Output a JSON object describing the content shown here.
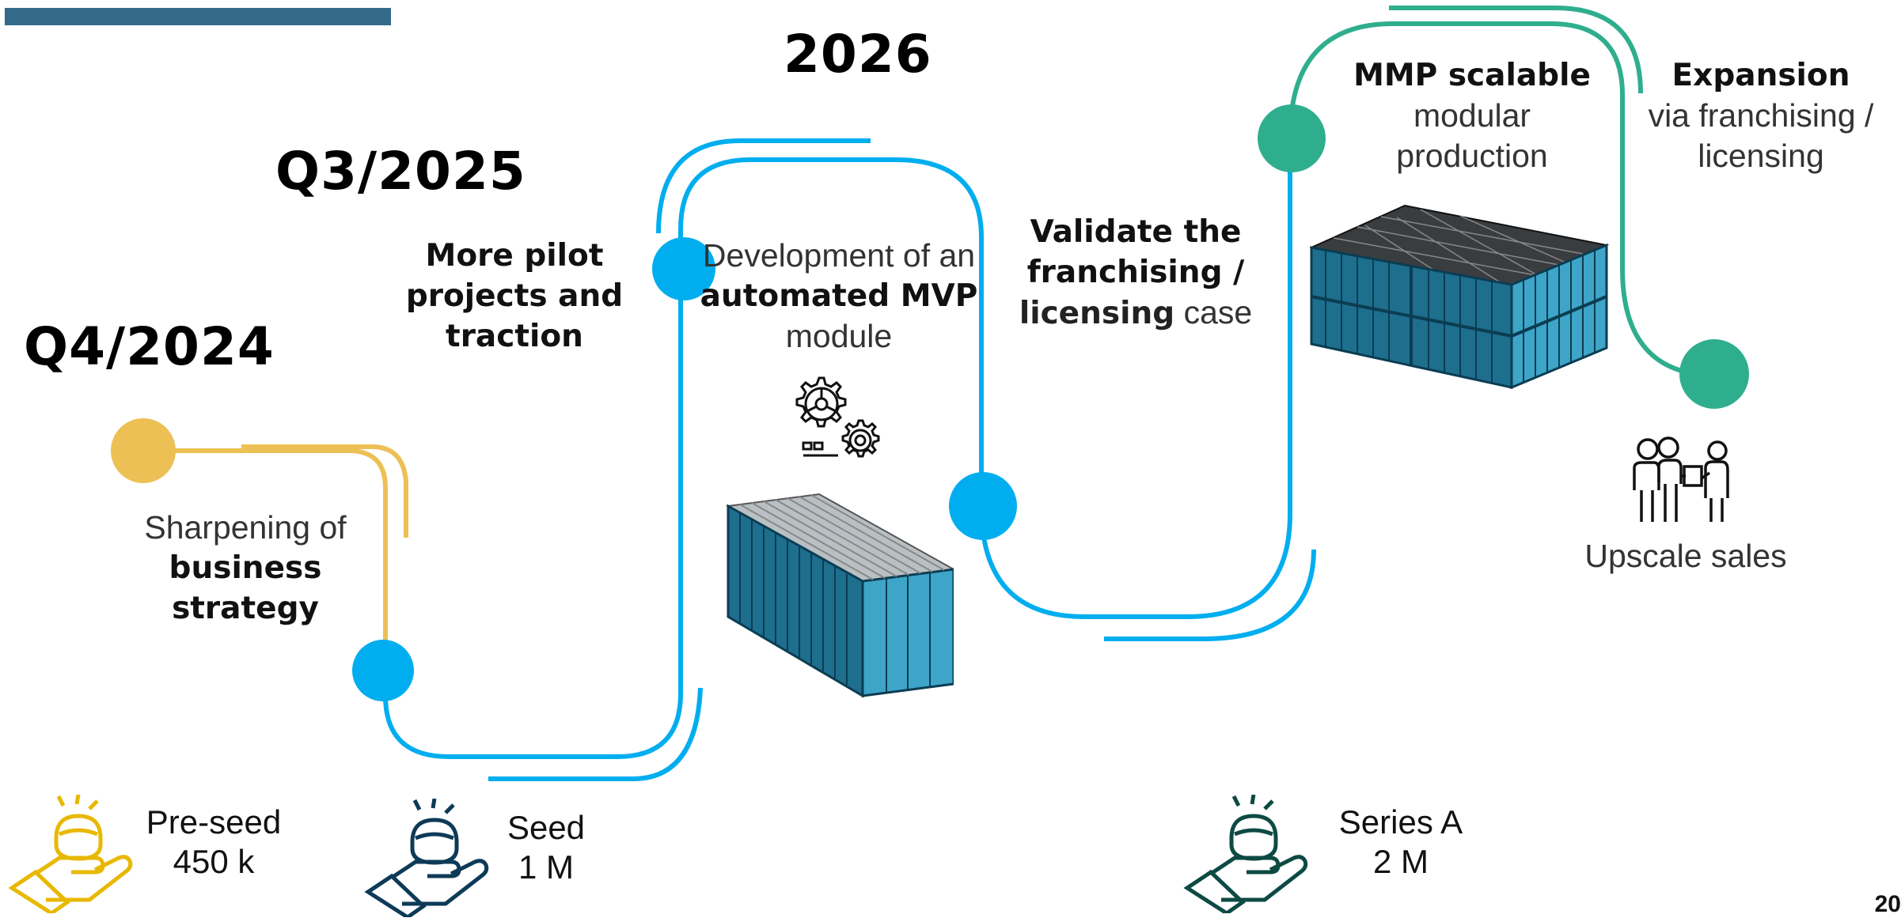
{
  "timeline": {
    "q4_2024": "Q4/2024",
    "q3_2025": "Q3/2025",
    "y2026": "2026"
  },
  "milestones": {
    "sharpening": {
      "line1": "Sharpening of",
      "line2": "business",
      "line3": "strategy"
    },
    "pilot": {
      "line1": "More pilot",
      "line2": "projects and",
      "line3": "traction"
    },
    "development": {
      "line1": "Development of an",
      "line2": "automated MVP",
      "line3": "module"
    },
    "validate": {
      "line1": "Validate the",
      "line2": "franchising /",
      "line3_bold": "licensing",
      "line3_rest": " case"
    },
    "mmp": {
      "line1": "MMP scalable",
      "line2": "modular",
      "line3": "production"
    },
    "expansion": {
      "line1": "Expansion",
      "line2": "via franchising /",
      "line3": "licensing"
    },
    "upscale": {
      "label": "Upscale sales"
    }
  },
  "funding": {
    "preseed": {
      "name": "Pre-seed",
      "amount": "450 k"
    },
    "seed": {
      "name": "Seed",
      "amount": "1 M"
    },
    "seriesA": {
      "name": "Series A",
      "amount": "2 M"
    }
  },
  "page_number": "20",
  "colors": {
    "yellow": "#ECC055",
    "blue": "#00AEEF",
    "teal": "#2FAE8E",
    "topbar": "#336A89",
    "container": "#1E85A8",
    "icon_yellow": "#E8B800",
    "icon_navy": "#0D3A57",
    "icon_teal": "#0E4A44"
  },
  "icons": [
    "investor-hand-icon",
    "gears-icon",
    "container-icon",
    "stacked-containers-icon",
    "sales-team-icon"
  ]
}
